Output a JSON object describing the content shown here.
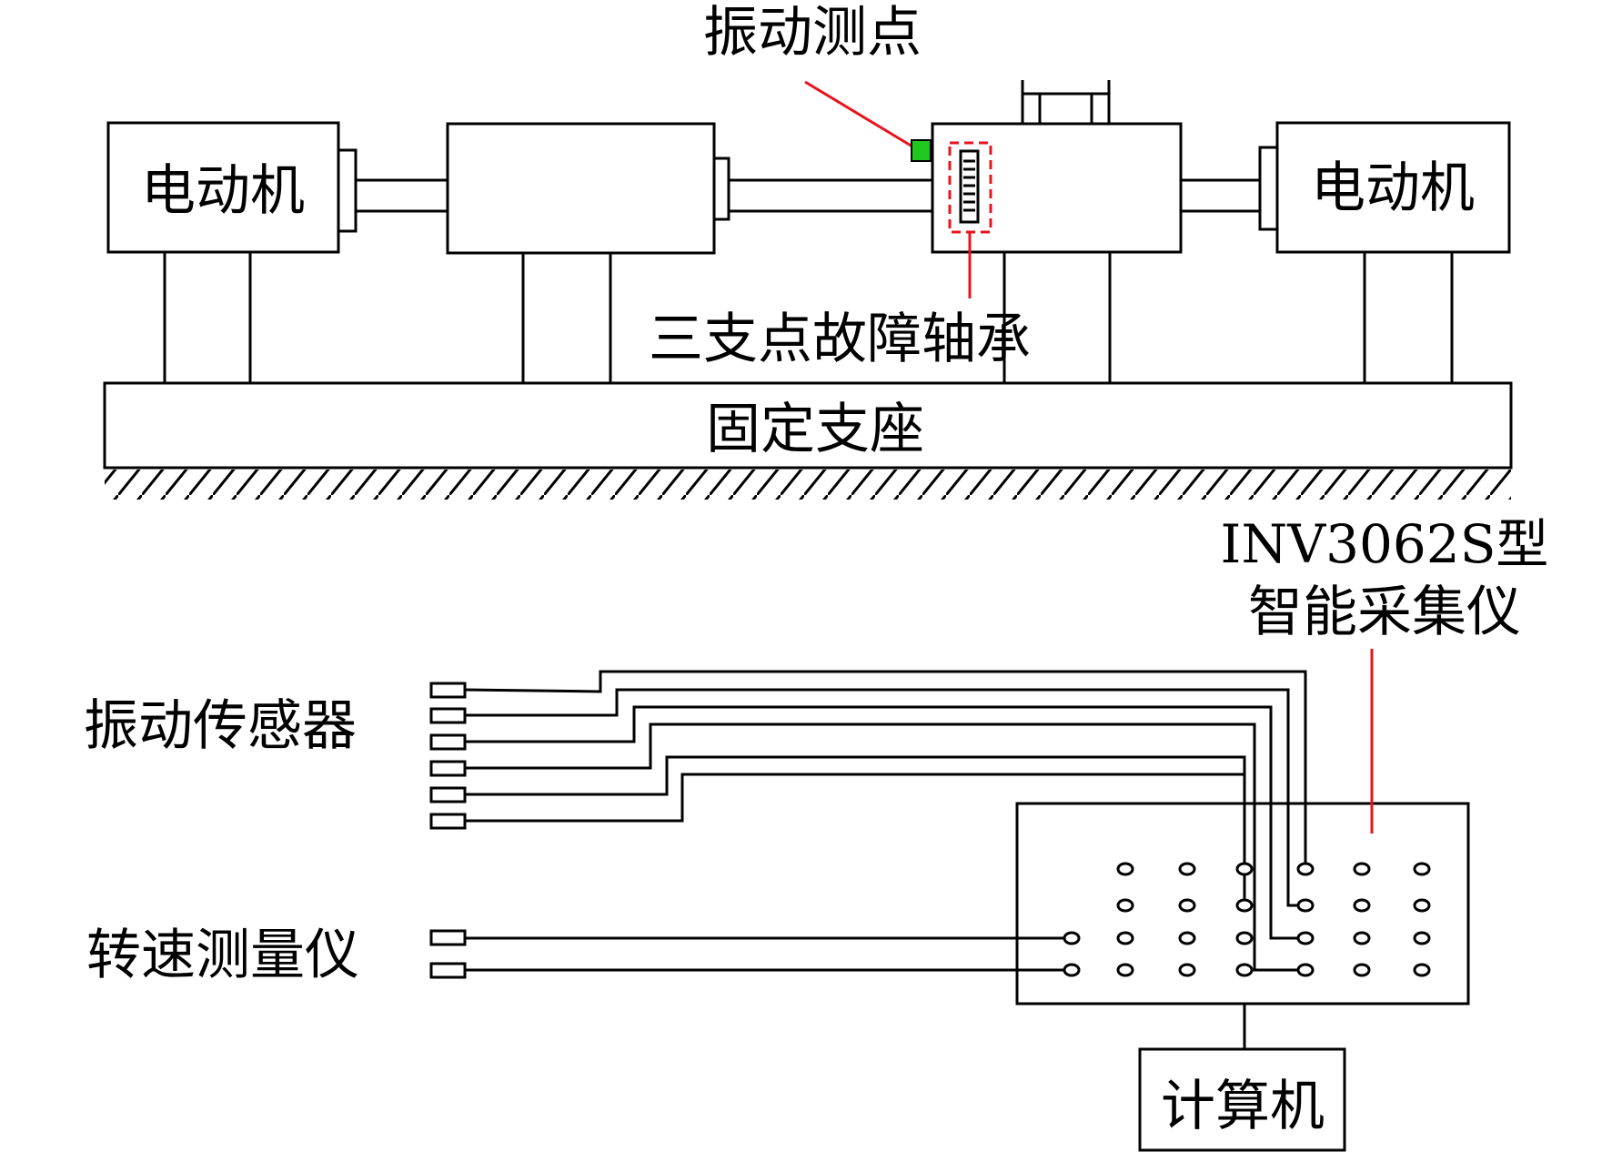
{
  "labels": {
    "vibration_point": "振动测点",
    "motor_left": "电动机",
    "motor_right": "电动机",
    "fault_bearing": "三支点故障轴承",
    "fixed_base": "固定支座",
    "instrument_model": "INV3062S型",
    "instrument_name": "智能采集仪",
    "vibration_sensors": "振动传感器",
    "speed_meter": "转速测量仪",
    "computer": "计算机"
  },
  "colors": {
    "line": "#000000",
    "highlight": "#e8141c",
    "sensor_green": "#1ec81e"
  }
}
